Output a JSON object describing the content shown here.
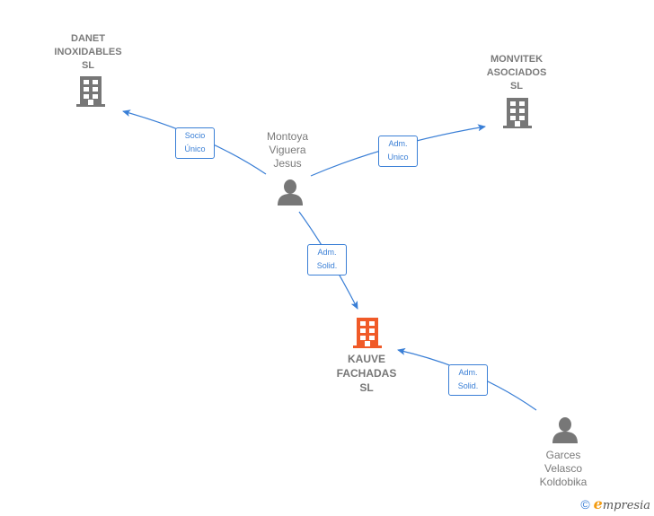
{
  "colors": {
    "edge": "#3a7fd6",
    "node_gray": "#777777",
    "node_main": "#f05a28"
  },
  "nodes": {
    "danet": {
      "label": "DANET\nINOXIDABLES\nSL",
      "type": "company",
      "icon": "building-icon"
    },
    "monvitek": {
      "label": "MONVITEK\nASOCIADOS\nSL",
      "type": "company",
      "icon": "building-icon"
    },
    "montoya": {
      "label": "Montoya\nViguera\nJesus",
      "type": "person",
      "icon": "person-icon"
    },
    "kauve": {
      "label": "KAUVE\nFACHADAS\nSL",
      "type": "company-main",
      "icon": "building-icon"
    },
    "garces": {
      "label": "Garces\nVelasco\nKoldobika",
      "type": "person",
      "icon": "person-icon"
    }
  },
  "edges": [
    {
      "from": "montoya",
      "to": "danet",
      "label": "Socio\nÚnico"
    },
    {
      "from": "montoya",
      "to": "monvitek",
      "label": "Adm.\nUnico"
    },
    {
      "from": "montoya",
      "to": "kauve",
      "label": "Adm.\nSolid."
    },
    {
      "from": "garces",
      "to": "kauve",
      "label": "Adm.\nSolid."
    }
  ],
  "footer": {
    "copyright": "©",
    "brand_initial": "e",
    "brand_rest": "mpresia"
  }
}
